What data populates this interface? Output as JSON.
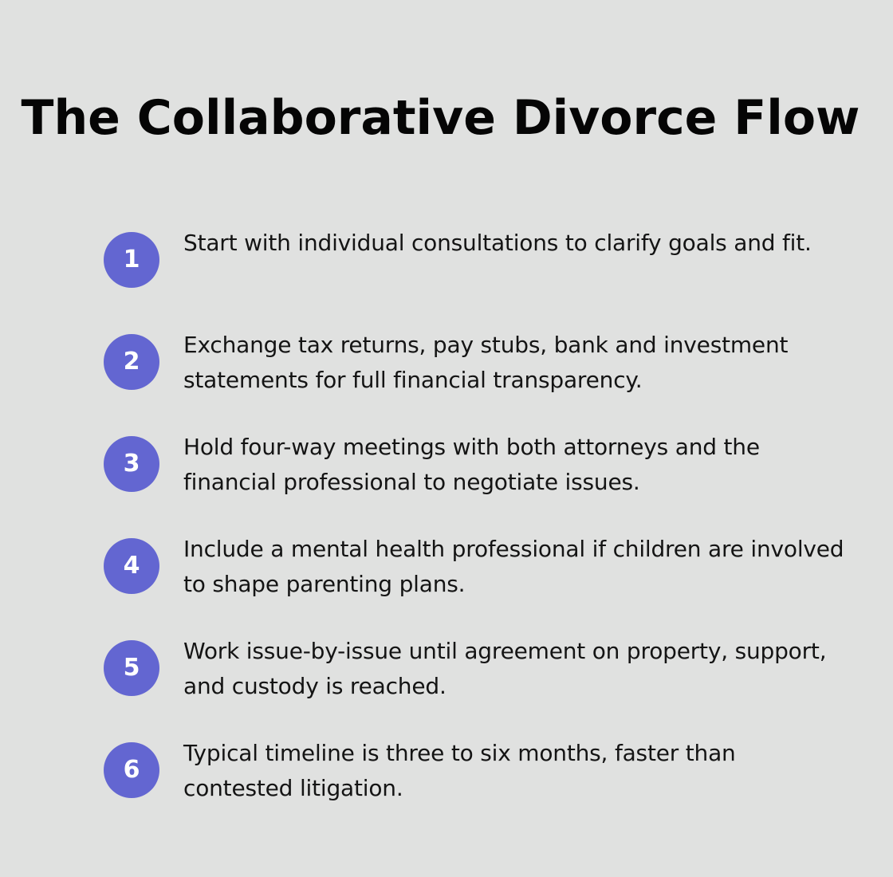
{
  "title": "The Collaborative Divorce Flow",
  "colors": {
    "background": "#e0e1e0",
    "accent": "#6366d1",
    "title_text": "#050505",
    "body_text": "#141414",
    "badge_text": "#ffffff"
  },
  "steps": [
    {
      "number": "1",
      "text": "Start with individual consultations to clarify goals and fit."
    },
    {
      "number": "2",
      "text": "Exchange tax returns, pay stubs, bank and investment statements for full financial transparency."
    },
    {
      "number": "3",
      "text": "Hold four-way meetings with both attorneys and the financial professional to negotiate issues."
    },
    {
      "number": "4",
      "text": "Include a mental health professional if children are involved to shape parenting plans."
    },
    {
      "number": "5",
      "text": "Work issue-by-issue until agreement on property, support, and custody is reached."
    },
    {
      "number": "6",
      "text": "Typical timeline is three to six months, faster than contested litigation."
    }
  ]
}
